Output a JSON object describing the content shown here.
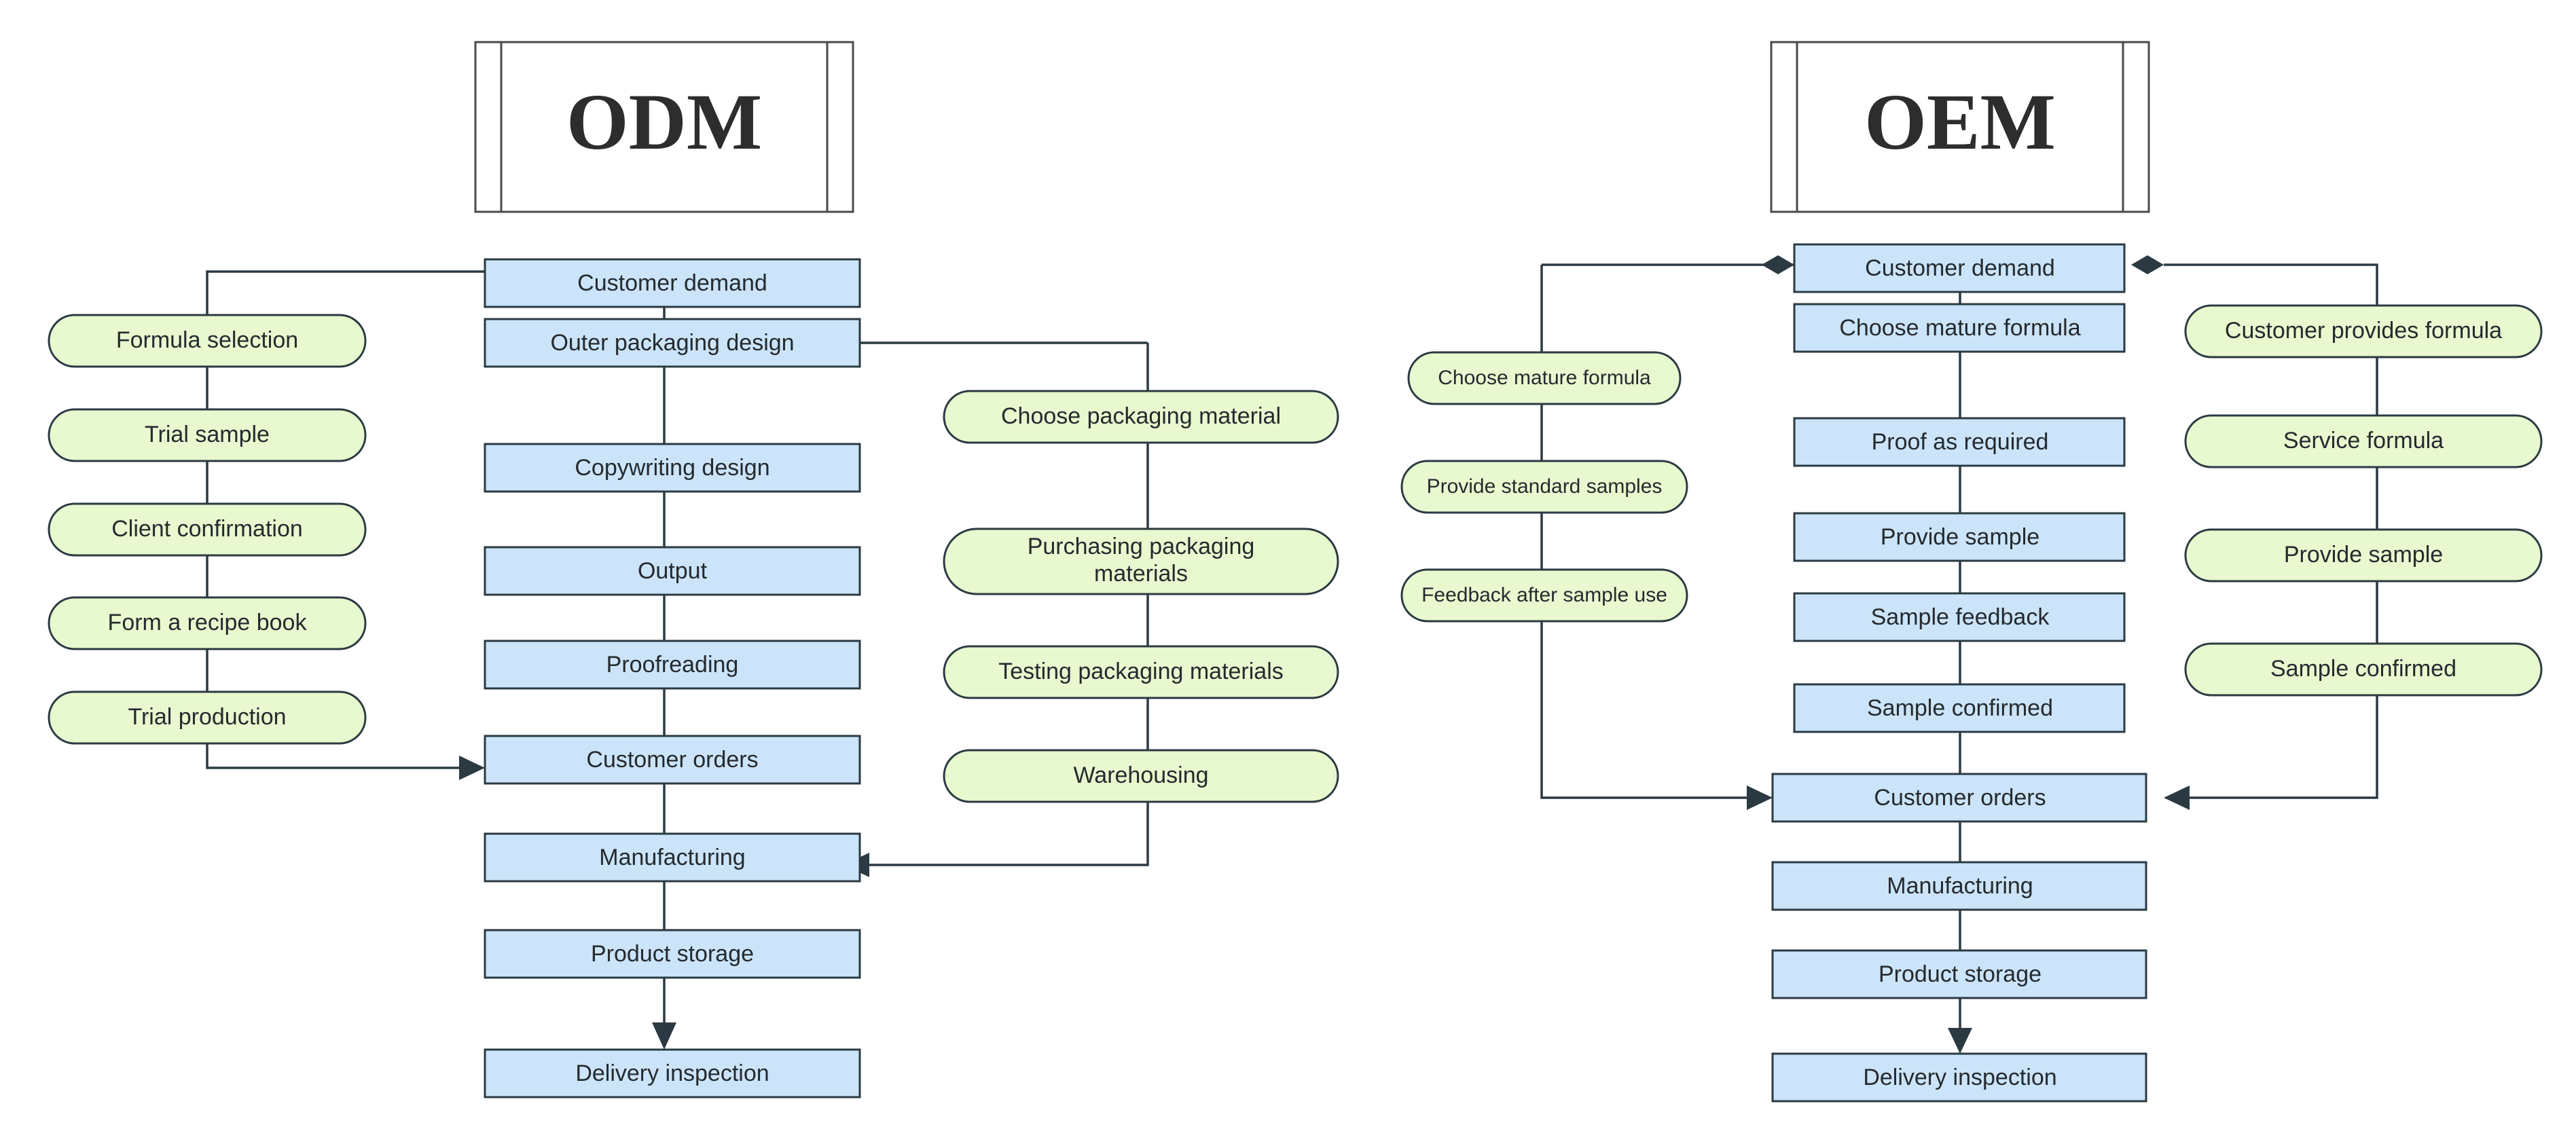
{
  "diagram": {
    "title": "ODM vs OEM production flowcharts",
    "colors": {
      "blue_fill": "#cbe4f9",
      "green_fill": "#e8f8cf",
      "stroke": "#2b3a42",
      "background": "#ffffff"
    }
  },
  "odm": {
    "heading": "ODM",
    "main_flow": [
      {
        "label": "Customer demand"
      },
      {
        "label": "Outer packaging design"
      },
      {
        "label": "Copywriting design"
      },
      {
        "label": "Output"
      },
      {
        "label": "Proofreading"
      },
      {
        "label": "Customer orders"
      },
      {
        "label": "Manufacturing"
      },
      {
        "label": "Product storage"
      },
      {
        "label": "Delivery inspection"
      }
    ],
    "left_branch": [
      {
        "label": "Formula selection"
      },
      {
        "label": "Trial sample"
      },
      {
        "label": "Client confirmation"
      },
      {
        "label": "Form a recipe book"
      },
      {
        "label": "Trial production"
      }
    ],
    "right_branch": [
      {
        "label": "Choose packaging material"
      },
      {
        "label": "Purchasing packaging materials",
        "line1": "Purchasing packaging",
        "line2": "materials"
      },
      {
        "label": "Testing packaging materials"
      },
      {
        "label": "Warehousing"
      }
    ]
  },
  "oem": {
    "heading": "OEM",
    "main_flow": [
      {
        "label": "Customer demand"
      },
      {
        "label": "Choose mature formula"
      },
      {
        "label": "Proof as required"
      },
      {
        "label": "Provide sample"
      },
      {
        "label": "Sample feedback"
      },
      {
        "label": "Sample confirmed"
      },
      {
        "label": "Customer orders"
      },
      {
        "label": "Manufacturing"
      },
      {
        "label": "Product storage"
      },
      {
        "label": "Delivery inspection"
      }
    ],
    "left_branch": [
      {
        "label": "Choose mature formula"
      },
      {
        "label": "Provide standard samples"
      },
      {
        "label": "Feedback after sample use"
      }
    ],
    "right_branch": [
      {
        "label": "Customer provides formula"
      },
      {
        "label": "Service formula"
      },
      {
        "label": "Provide sample"
      },
      {
        "label": "Sample confirmed"
      }
    ]
  }
}
